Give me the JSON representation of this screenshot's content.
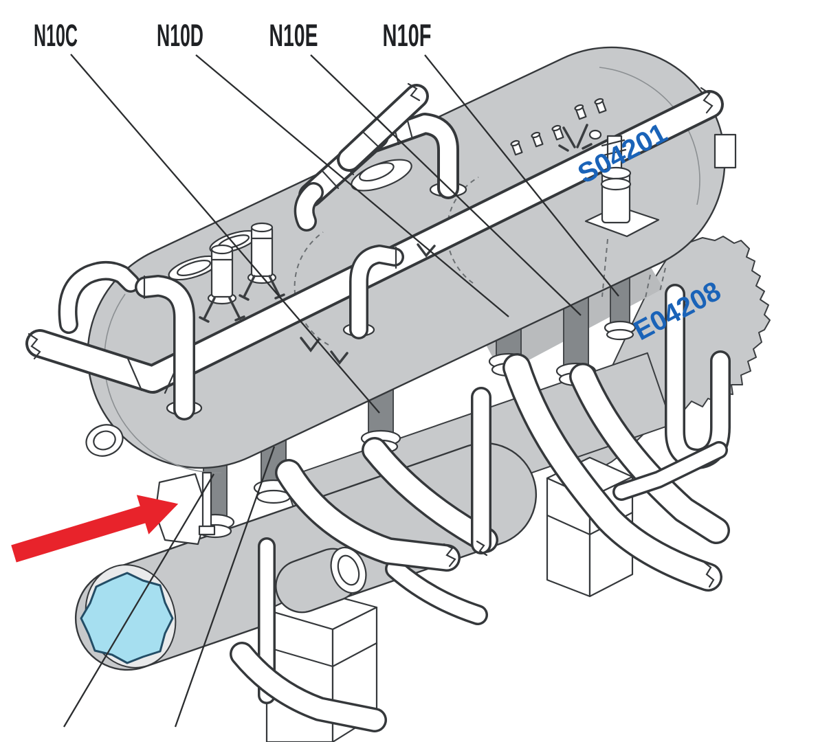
{
  "figure": {
    "kind": "isometric cutaway technical illustration",
    "subject": "steam drum vessel with riser nozzles, relief valves, downcomer piping and support pedestals"
  },
  "nozzle_labels": [
    {
      "id": "n10c",
      "label": "N10C"
    },
    {
      "id": "n10d",
      "label": "N10D"
    },
    {
      "id": "n10e",
      "label": "N10E"
    },
    {
      "id": "n10f",
      "label": "N10F"
    }
  ],
  "equipment_tags": [
    {
      "id": "s04201",
      "label": "S04201"
    },
    {
      "id": "e04208",
      "label": "E04208"
    }
  ],
  "colors": {
    "nozzle_label_text": "#1f2124",
    "equipment_tag_blue": "#1a63b8",
    "pointer_arrow_red": "#e8232b",
    "vessel_gray": "#c7c9cb",
    "pipe_cut_cyan": "#a6dff0",
    "pipe_cut_cyan_outline": "#234d66",
    "outline": "#35383b"
  }
}
